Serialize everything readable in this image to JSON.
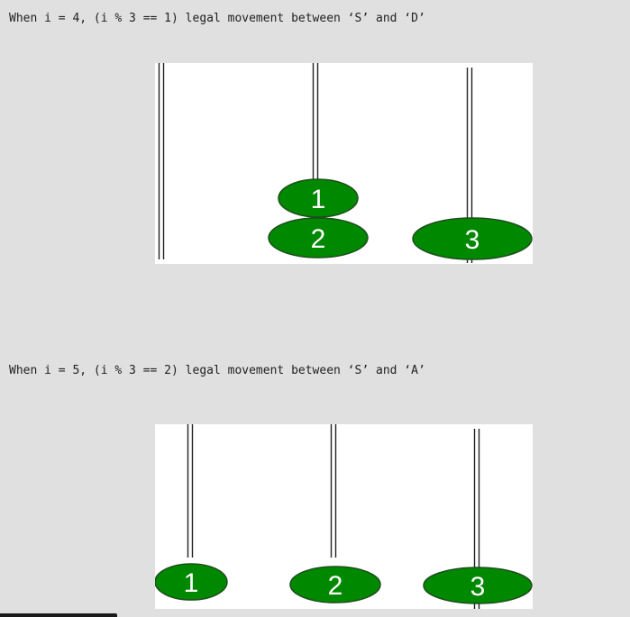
{
  "steps": [
    {
      "caption": "When i = 4, (i % 3 == 1) legal movement between ‘S’ and ‘D’",
      "disks": [
        {
          "label": "1",
          "rod": 2
        },
        {
          "label": "2",
          "rod": 2
        },
        {
          "label": "3",
          "rod": 3
        }
      ]
    },
    {
      "caption": "When i = 5, (i % 3 == 2) legal movement between ‘S’ and ‘A’",
      "disks": [
        {
          "label": "1",
          "rod": 1
        },
        {
          "label": "2",
          "rod": 2
        },
        {
          "label": "3",
          "rod": 3
        }
      ]
    }
  ],
  "colors": {
    "disk_fill": "#008800",
    "disk_stroke": "#1c4f1c",
    "disk_label": "#ffffff",
    "rod": "#222222",
    "panel": "#ffffff",
    "background": "#e0e0e0"
  }
}
